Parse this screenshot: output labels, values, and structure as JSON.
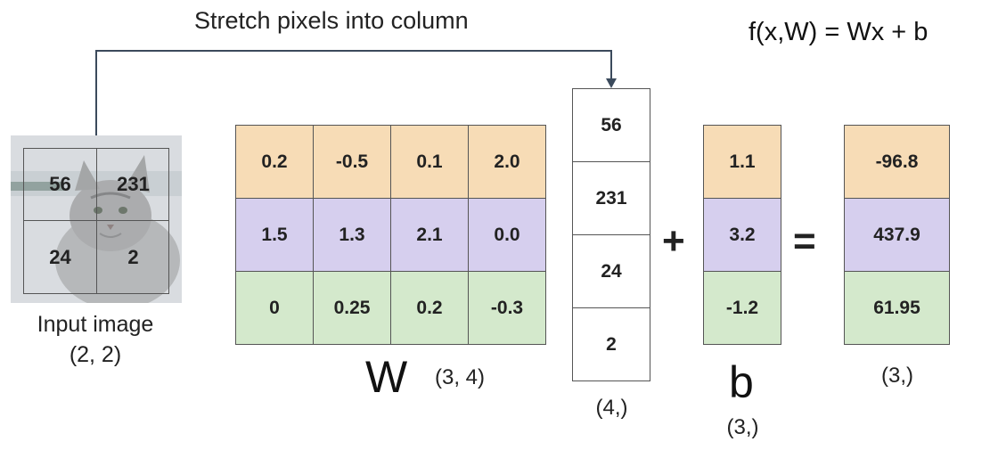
{
  "header": {
    "arrow_label": "Stretch pixels into column",
    "formula": "f(x,W) = Wx + b"
  },
  "input_image": {
    "pixels": [
      "56",
      "231",
      "24",
      "2"
    ],
    "label_line1": "Input image",
    "label_line2": "(2, 2)"
  },
  "weights": {
    "rows": [
      [
        "0.2",
        "-0.5",
        "0.1",
        "2.0"
      ],
      [
        "1.5",
        "1.3",
        "2.1",
        "0.0"
      ],
      [
        "0",
        "0.25",
        "0.2",
        "-0.3"
      ]
    ],
    "row_colors": [
      "#f7dcb6",
      "#d6cfee",
      "#d4e9cc"
    ],
    "symbol": "W",
    "shape": "(3, 4)"
  },
  "x_vector": {
    "values": [
      "56",
      "231",
      "24",
      "2"
    ],
    "shape": "(4,)"
  },
  "operators": {
    "plus": "+",
    "equals": "="
  },
  "bias": {
    "values": [
      "1.1",
      "3.2",
      "-1.2"
    ],
    "symbol": "b",
    "shape": "(3,)"
  },
  "output": {
    "values": [
      "-96.8",
      "437.9",
      "61.95"
    ],
    "shape": "(3,)"
  }
}
